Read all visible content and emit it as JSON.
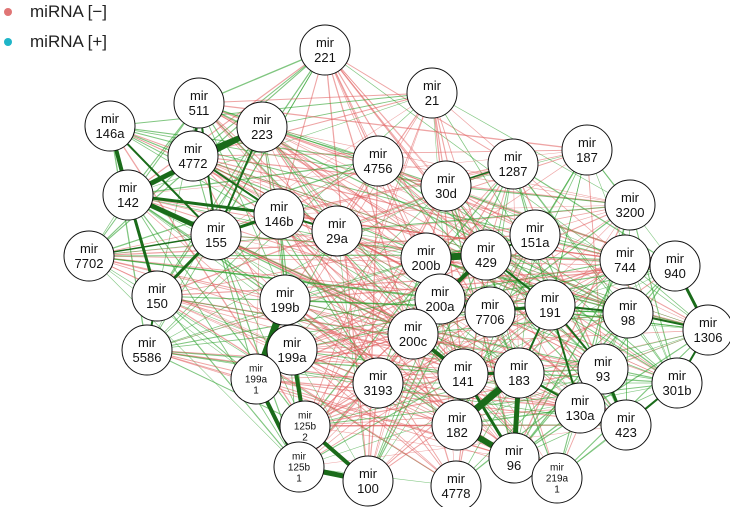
{
  "legend": [
    {
      "label": "miRNA [−]",
      "color": "#e07575"
    },
    {
      "label": "miRNA [+]",
      "color": "#1fb5c8"
    }
  ],
  "colors": {
    "negative_edge": "#e05a5a",
    "positive_edge": "#2ca02c",
    "strong_edge": "#1a6b1a"
  },
  "nodes": [
    {
      "id": "mir221",
      "lines": [
        "mir",
        "221"
      ]
    },
    {
      "id": "mir21",
      "lines": [
        "mir",
        "21"
      ]
    },
    {
      "id": "mir511",
      "lines": [
        "mir",
        "511"
      ]
    },
    {
      "id": "mir146a",
      "lines": [
        "mir",
        "146a"
      ]
    },
    {
      "id": "mir223",
      "lines": [
        "mir",
        "223"
      ]
    },
    {
      "id": "mir4772",
      "lines": [
        "mir",
        "4772"
      ]
    },
    {
      "id": "mir187",
      "lines": [
        "mir",
        "187"
      ]
    },
    {
      "id": "mir4756",
      "lines": [
        "mir",
        "4756"
      ]
    },
    {
      "id": "mir1287",
      "lines": [
        "mir",
        "1287"
      ]
    },
    {
      "id": "mir142",
      "lines": [
        "mir",
        "142"
      ]
    },
    {
      "id": "mir30d",
      "lines": [
        "mir",
        "30d"
      ]
    },
    {
      "id": "mir3200",
      "lines": [
        "mir",
        "3200"
      ]
    },
    {
      "id": "mir146b",
      "lines": [
        "mir",
        "146b"
      ]
    },
    {
      "id": "mir155",
      "lines": [
        "mir",
        "155"
      ]
    },
    {
      "id": "mir29a",
      "lines": [
        "mir",
        "29a"
      ]
    },
    {
      "id": "mir151a",
      "lines": [
        "mir",
        "151a"
      ]
    },
    {
      "id": "mir7702",
      "lines": [
        "mir",
        "7702"
      ]
    },
    {
      "id": "mir200b",
      "lines": [
        "mir",
        "200b"
      ]
    },
    {
      "id": "mir429",
      "lines": [
        "mir",
        "429"
      ]
    },
    {
      "id": "mir744",
      "lines": [
        "mir",
        "744"
      ]
    },
    {
      "id": "mir940",
      "lines": [
        "mir",
        "940"
      ]
    },
    {
      "id": "mir150",
      "lines": [
        "mir",
        "150"
      ]
    },
    {
      "id": "mir199b",
      "lines": [
        "mir",
        "199b"
      ]
    },
    {
      "id": "mir200a",
      "lines": [
        "mir",
        "200a"
      ]
    },
    {
      "id": "mir7706",
      "lines": [
        "mir",
        "7706"
      ]
    },
    {
      "id": "mir191",
      "lines": [
        "mir",
        "191"
      ]
    },
    {
      "id": "mir98",
      "lines": [
        "mir",
        "98"
      ]
    },
    {
      "id": "mir1306",
      "lines": [
        "mir",
        "1306"
      ]
    },
    {
      "id": "mir5586",
      "lines": [
        "mir",
        "5586"
      ]
    },
    {
      "id": "mir199a",
      "lines": [
        "mir",
        "199a"
      ]
    },
    {
      "id": "mir200c",
      "lines": [
        "mir",
        "200c"
      ]
    },
    {
      "id": "mir93",
      "lines": [
        "mir",
        "93"
      ]
    },
    {
      "id": "mir199a1",
      "lines": [
        "mir",
        "199a",
        "1"
      ]
    },
    {
      "id": "mir141",
      "lines": [
        "mir",
        "141"
      ]
    },
    {
      "id": "mir183",
      "lines": [
        "mir",
        "183"
      ]
    },
    {
      "id": "mir3193",
      "lines": [
        "mir",
        "3193"
      ]
    },
    {
      "id": "mir301b",
      "lines": [
        "mir",
        "301b"
      ]
    },
    {
      "id": "mir130a",
      "lines": [
        "mir",
        "130a"
      ]
    },
    {
      "id": "mir125b2",
      "lines": [
        "mir",
        "125b",
        "2"
      ]
    },
    {
      "id": "mir182",
      "lines": [
        "mir",
        "182"
      ]
    },
    {
      "id": "mir423",
      "lines": [
        "mir",
        "423"
      ]
    },
    {
      "id": "mir125b1",
      "lines": [
        "mir",
        "125b",
        "1"
      ]
    },
    {
      "id": "mir96",
      "lines": [
        "mir",
        "96"
      ]
    },
    {
      "id": "mir100",
      "lines": [
        "mir",
        "100"
      ]
    },
    {
      "id": "mir4778",
      "lines": [
        "mir",
        "4778"
      ]
    },
    {
      "id": "mir219a1",
      "lines": [
        "mir",
        "219a",
        "1"
      ]
    }
  ],
  "strong_edges": [
    [
      "mir199b",
      "mir199a1",
      7
    ],
    [
      "mir199a",
      "mir199a1",
      6
    ],
    [
      "mir199b",
      "mir199a",
      3
    ],
    [
      "mir199a1",
      "mir125b1",
      4
    ],
    [
      "mir199a",
      "mir125b2",
      4
    ],
    [
      "mir125b2",
      "mir125b1",
      5
    ],
    [
      "mir125b1",
      "mir100",
      5
    ],
    [
      "mir125b2",
      "mir100",
      4
    ],
    [
      "mir182",
      "mir183",
      7
    ],
    [
      "mir182",
      "mir96",
      6
    ],
    [
      "mir183",
      "mir96",
      5
    ],
    [
      "mir141",
      "mir183",
      3
    ],
    [
      "mir141",
      "mir182",
      3
    ],
    [
      "mir200b",
      "mir429",
      7
    ],
    [
      "mir200a",
      "mir200b",
      4
    ],
    [
      "mir200a",
      "mir429",
      4
    ],
    [
      "mir200c",
      "mir141",
      4
    ],
    [
      "mir200c",
      "mir200a",
      3
    ],
    [
      "mir200c",
      "mir200b",
      2
    ],
    [
      "mir142",
      "mir223",
      5
    ],
    [
      "mir142",
      "mir155",
      5
    ],
    [
      "mir146a",
      "mir142",
      4
    ],
    [
      "mir142",
      "mir146b",
      3
    ],
    [
      "mir155",
      "mir146b",
      3
    ],
    [
      "mir511",
      "mir4772",
      3
    ],
    [
      "mir223",
      "mir4772",
      3
    ],
    [
      "mir142",
      "mir150",
      3
    ],
    [
      "mir155",
      "mir150",
      3
    ],
    [
      "mir223",
      "mir155",
      2
    ],
    [
      "mir511",
      "mir155",
      2
    ],
    [
      "mir4772",
      "mir146b",
      2
    ],
    [
      "mir146a",
      "mir155",
      2
    ],
    [
      "mir150",
      "mir5586",
      2
    ],
    [
      "mir146b",
      "mir29a",
      2
    ],
    [
      "mir191",
      "mir7706",
      3
    ],
    [
      "mir191",
      "mir130a",
      2
    ],
    [
      "mir423",
      "mir130a",
      3
    ],
    [
      "mir93",
      "mir423",
      3
    ],
    [
      "mir940",
      "mir1306",
      3
    ],
    [
      "mir1306",
      "mir301b",
      2
    ],
    [
      "mir744",
      "mir940",
      2
    ],
    [
      "mir98",
      "mir1306",
      2
    ],
    [
      "mir301b",
      "mir423",
      2
    ],
    [
      "mir191",
      "mir98",
      2
    ],
    [
      "mir130a",
      "mir183",
      2
    ],
    [
      "mir96",
      "mir219a1",
      2
    ],
    [
      "mir141",
      "mir96",
      3
    ],
    [
      "mir429",
      "mir191",
      2
    ],
    [
      "mir7706",
      "mir200a",
      2
    ],
    [
      "mir191",
      "mir93",
      2
    ],
    [
      "mir183",
      "mir191",
      2
    ],
    [
      "mir1287",
      "mir30d",
      1.5
    ],
    [
      "mir151a",
      "mir429",
      2
    ],
    [
      "mir7702",
      "mir155",
      1.5
    ]
  ]
}
